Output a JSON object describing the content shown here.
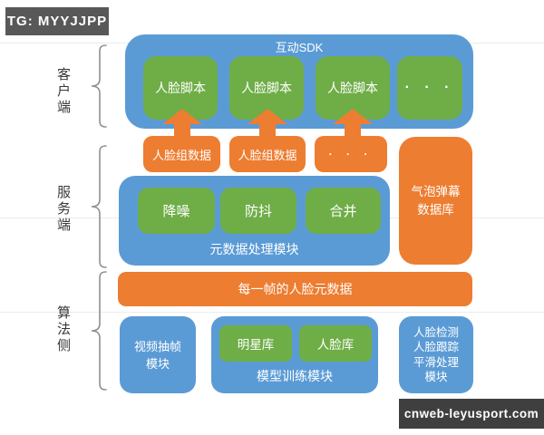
{
  "badges": {
    "tg": "TG: MYYJJPP",
    "site": "cnweb-leyusport.com"
  },
  "layers": {
    "client": "客户端",
    "server": "服务端",
    "algorithm": "算法侧"
  },
  "sdk": {
    "title": "互动SDK",
    "scripts": [
      "人脸脚本",
      "人脸脚本",
      "人脸脚本",
      "· · ·"
    ]
  },
  "face_group": [
    "人脸组数据",
    "人脸组数据",
    "· · ·"
  ],
  "meta_module": {
    "title": "元数据处理模块",
    "steps": [
      "降噪",
      "防抖",
      "合并"
    ]
  },
  "bubble_db": {
    "lines": [
      "气泡弹幕",
      "数据库"
    ]
  },
  "frame_bar": "每一帧的人脸元数据",
  "video_module": {
    "lines": [
      "视频抽帧",
      "模块"
    ]
  },
  "training_module": {
    "title": "模型训练模块",
    "libs": [
      "明星库",
      "人脸库"
    ]
  },
  "detection_module": {
    "lines": [
      "人脸检测",
      "人脸跟踪",
      "平滑处理",
      "模块"
    ]
  },
  "colors": {
    "container_blue": "#5b9bd5",
    "box_green": "#6fad47",
    "accent_orange": "#ed7d31",
    "badge_dark": "#585858"
  }
}
